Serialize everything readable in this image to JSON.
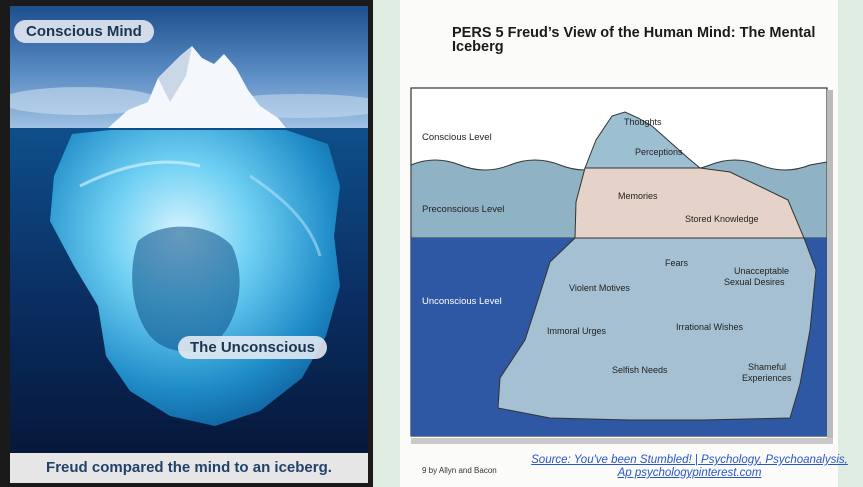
{
  "left_poster": {
    "top_label": "Conscious Mind",
    "bottom_label": "The Unconscious",
    "caption": "Freud compared the mind to an iceberg."
  },
  "right_page": {
    "title": "PERS 5    Freud’s View of the Human Mind:  The Mental Iceberg",
    "levels": {
      "conscious": "Conscious Level",
      "preconscious": "Preconscious Level",
      "unconscious": "Unconscious Level"
    },
    "conscious_items": [
      "Thoughts",
      "Perceptions"
    ],
    "preconscious_items": [
      "Memories",
      "Stored Knowledge"
    ],
    "unconscious_items": {
      "fears": "Fears",
      "unacceptable_1": "Unacceptable",
      "unacceptable_2": "Sexual Desires",
      "violent": "Violent Motives",
      "immoral": "Immoral Urges",
      "irrational": "Irrational Wishes",
      "selfish": "Selfish Needs",
      "shameful_1": "Shameful",
      "shameful_2": "Experiences"
    },
    "copyright": "9 by Allyn and Bacon",
    "source_line_1": "Source: You've been Stumbled! | Psychology, Psychoanalysis,",
    "source_line_2": "Ap psychologypinterest.com"
  },
  "colors": {
    "sea_light": "#8fb3c4",
    "sea_deep": "#2e58a3",
    "berg_top": "#9cbfd1",
    "berg_mid": "#e5d2c8",
    "berg_low": "#a4c0d2",
    "poster_water": "#0b3a73"
  }
}
